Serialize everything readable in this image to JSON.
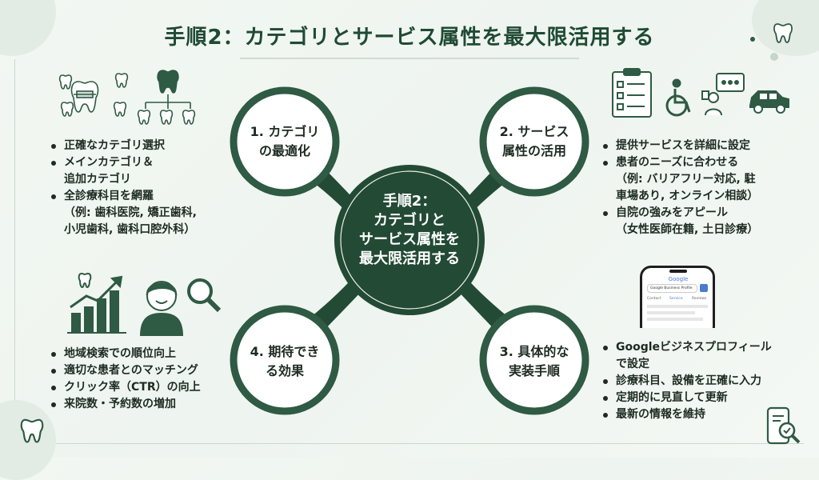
{
  "title": "手順2：カテゴリとサービス属性を最大限活用する",
  "center": {
    "line1": "手順2：",
    "line2": "カテゴリと",
    "line3": "サービス属性を",
    "line4": "最大限活用する"
  },
  "nodes": {
    "n1": {
      "line1": "1. カテゴリ",
      "line2": "の最適化"
    },
    "n2": {
      "line1": "2. サービス",
      "line2": "属性の活用"
    },
    "n3": {
      "line1": "3. 具体的な",
      "line2": "実装手順"
    },
    "n4": {
      "line1": "4. 期待でき",
      "line2": "る効果"
    }
  },
  "top_left": {
    "items": [
      {
        "text": "正確なカテゴリ選択"
      },
      {
        "text": "メインカテゴリ＆",
        "text2": "追加カテゴリ"
      },
      {
        "text": "全診療科目を網羅",
        "text2": "（例: 歯科医院, 矯正歯科,",
        "text3": "小児歯科, 歯科口腔外科）"
      }
    ]
  },
  "top_right": {
    "items": [
      {
        "text": "提供サービスを詳細に設定"
      },
      {
        "text": "患者のニーズに合わせる",
        "text2": "（例: バリアフリー対応, 駐",
        "text3": "車場あり, オンライン相談）"
      },
      {
        "text": "自院の強みをアピール",
        "text2": "（女性医師在籍, 土日診療）"
      }
    ]
  },
  "bottom_left": {
    "items": [
      {
        "text": "地域検索での順位向上"
      },
      {
        "text": "適切な患者とのマッチング"
      },
      {
        "text": "クリック率（CTR）の向上"
      },
      {
        "text": "来院数・予約数の増加"
      }
    ]
  },
  "bottom_right": {
    "items": [
      {
        "text": "Googleビジネスプロフィール",
        "text2": "で設定"
      },
      {
        "text": "診療科目、設備を正確に入力"
      },
      {
        "text": "定期的に見直して更新"
      },
      {
        "text": "最新の情報を維持"
      }
    ]
  },
  "phone": {
    "brand": "Google",
    "header": "Google Business Profile",
    "tab1": "Contact",
    "tab2": "Service",
    "tab3": "Reviews"
  },
  "colors": {
    "accent": "#234a35",
    "ring": "#2f5a43",
    "bg": "#eff5f0"
  },
  "icons": [
    "tooth-icon",
    "braces-tooth-icon",
    "tooth-hierarchy-icon",
    "checklist-icon",
    "wheelchair-icon",
    "chat-icon",
    "car-icon",
    "growth-chart-icon",
    "person-icon",
    "magnifier-icon",
    "smartphone-icon",
    "phone-search-icon"
  ]
}
